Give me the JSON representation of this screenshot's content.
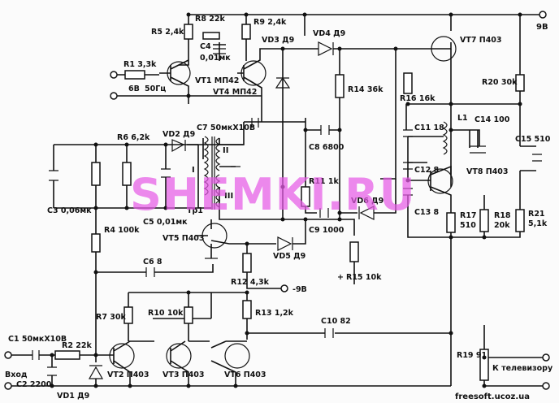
{
  "watermark": "SHEMKI.RU",
  "site_url": "freesoft.ucoz.ua",
  "labels": {
    "r1": "R1 3,3k",
    "in_6v": "6В",
    "in_50hz": "50Гц",
    "r5": "R5 2,4k",
    "r8": "R8 22k",
    "r9": "R9 2,4k",
    "c4": "C4",
    "c4v": "0,01мк",
    "vt1": "VT1 МП42",
    "vt4": "VT4 МП42",
    "vd3": "VD3 Д9",
    "vd4": "VD4 Д9",
    "vt7": "VT7 П403",
    "v9": "9В",
    "r20": "R20 30k",
    "r14": "R14 36k",
    "r16": "R16 16k",
    "l1": "L1",
    "c11": "C11 18",
    "c14": "C14 100",
    "c15": "C15 510",
    "c7": "C7 50мкХ10В",
    "c8": "C8 6800",
    "vd2": "VD2 Д9",
    "r6": "R6 6,2k",
    "tr_ii": "II",
    "tr_i": "I",
    "tr_iii": "III",
    "tr1": "Тр1",
    "c12": "C12 8",
    "vt8": "VT8 П403",
    "c3": "C3 0,06мк",
    "c5": "C5 0,01мк",
    "r11": "R11 1k",
    "vd6": "VD6 Д9",
    "c13": "C13 8",
    "r17": "R17",
    "r17v": "510",
    "r18": "R18",
    "r18v": "20k",
    "r21": "R21",
    "r21v": "5,1k",
    "r4": "R4 100k",
    "c9": "C9 1000",
    "vt5": "VT5 П403",
    "vd5": "VD5 Д9",
    "r12": "R12 4,3k",
    "r15": "R15 10k",
    "r15plus": "+",
    "c6": "C6 8",
    "m9v": "-9В",
    "r7": "R7 30k",
    "r10": "R10 10k",
    "r13": "R13 1,2k",
    "c10": "C10 82",
    "c1": "C1 50мкХ10В",
    "r2": "R2 22k",
    "vhod": "Вход",
    "c2": "C2 2200",
    "vd1": "VD1 Д9",
    "vt2": "VT2 П403",
    "vt3": "VT3 П403",
    "vt6": "VT6 П403",
    "r19": "R19 91",
    "k_tv": "К телевизору"
  }
}
